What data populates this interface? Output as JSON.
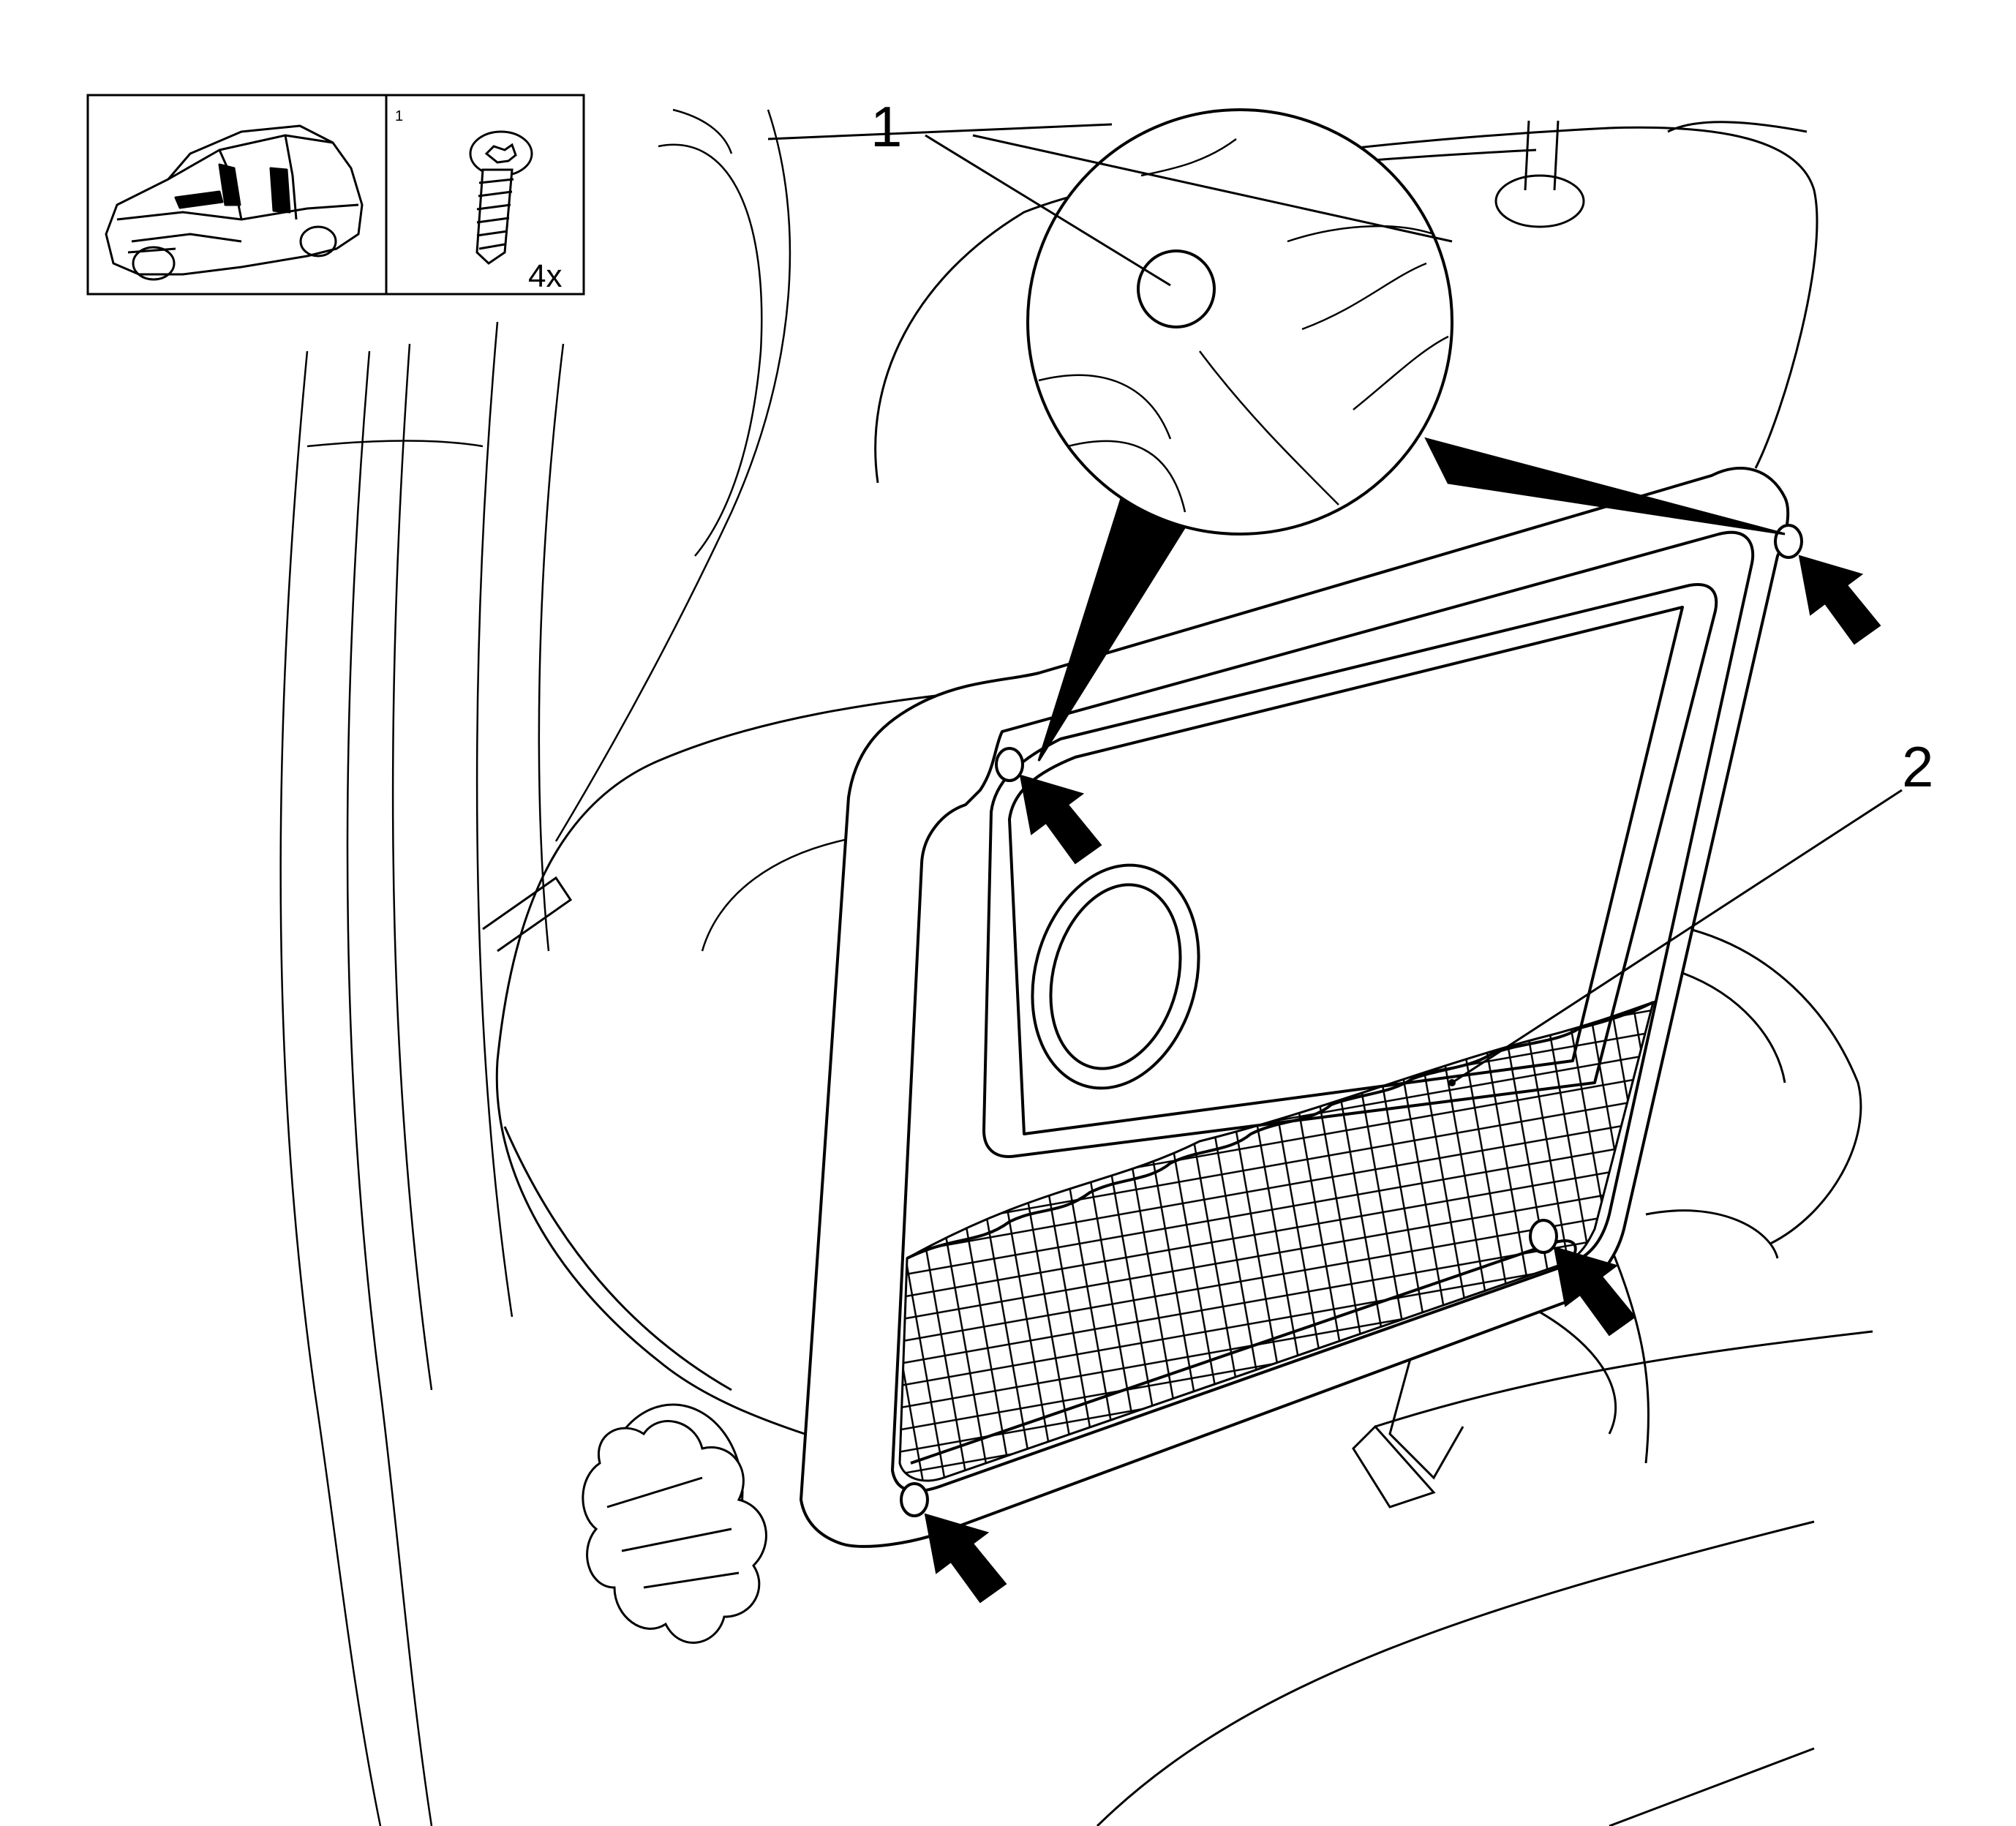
{
  "callouts": [
    {
      "id": "1",
      "text": "1"
    },
    {
      "id": "2",
      "text": "2"
    }
  ],
  "legend": {
    "panel_number": "1",
    "quantity": "4x",
    "icons": [
      "vehicle-location-icon",
      "screw-icon"
    ]
  },
  "colors": {
    "line": "#000000",
    "background": "#ffffff"
  }
}
